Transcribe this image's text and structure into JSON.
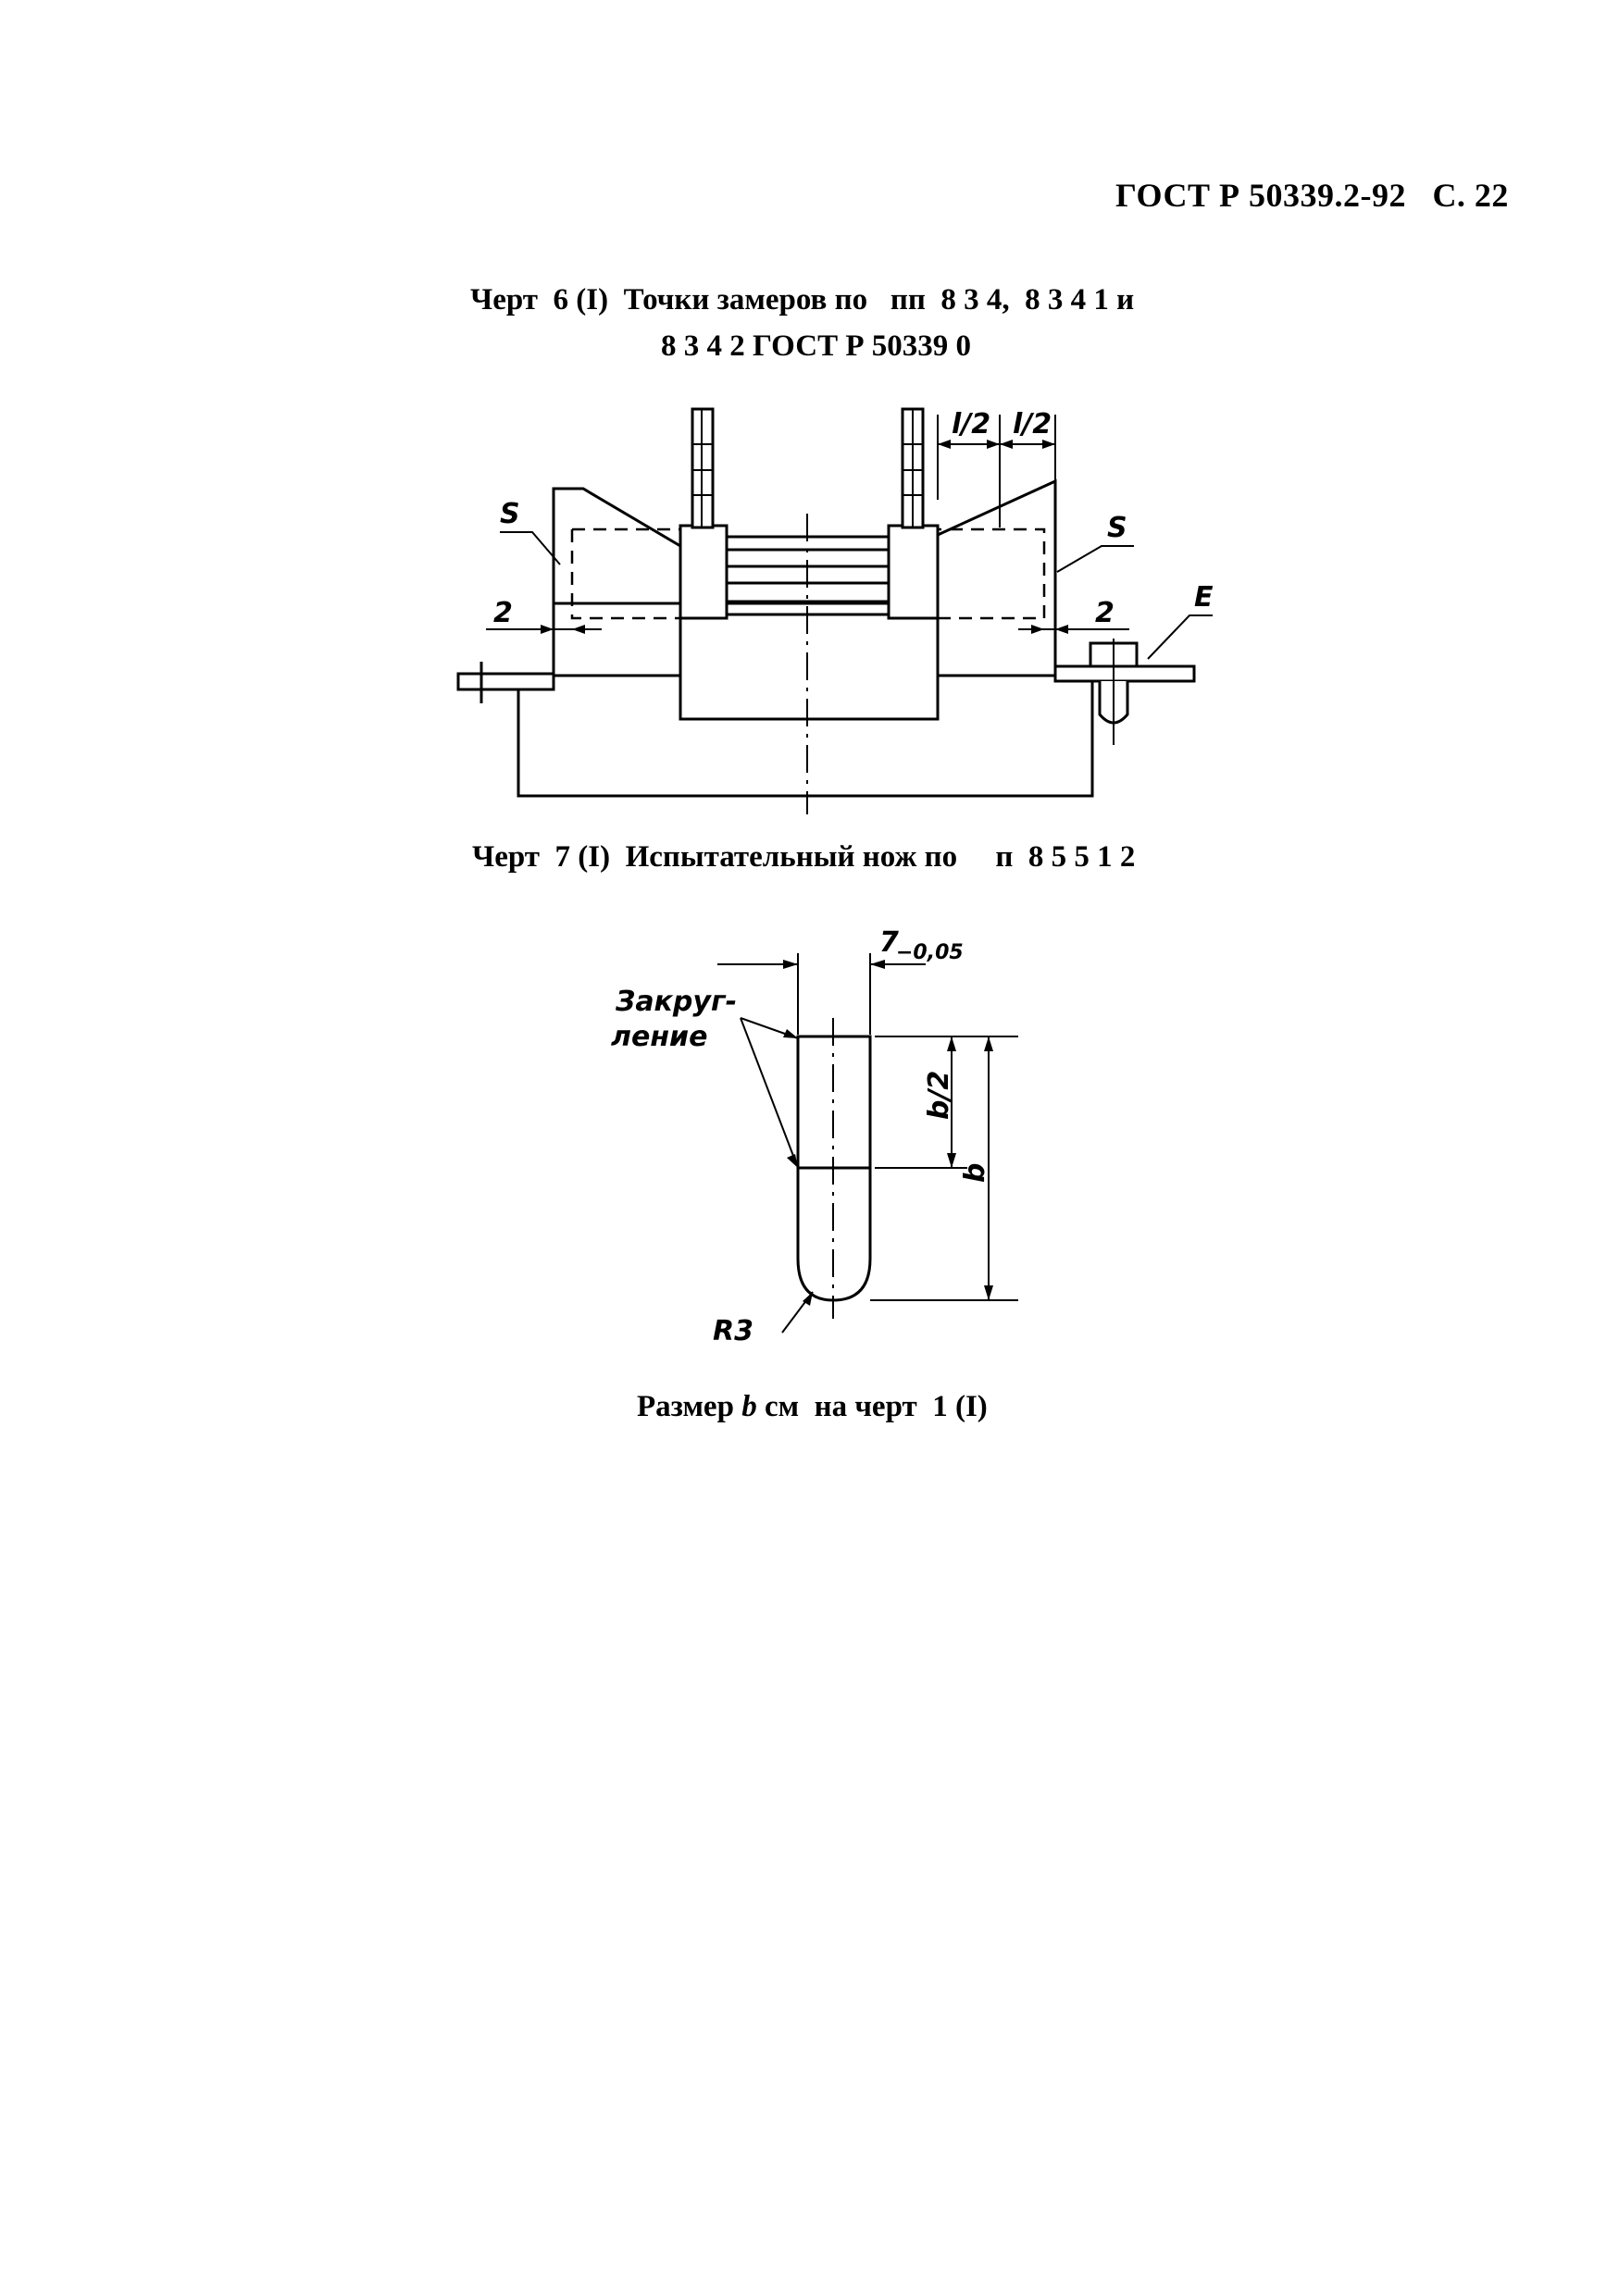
{
  "header": "ГОСТ Р 50339.2-92   С. 22",
  "figure6": {
    "caption_line1": "Черт  6 (I)  Точки замеров по   пп  8 3 4,  8 3 4 1 и",
    "caption_line2": "8 3 4 2 ГОСТ Р 50339 0",
    "labels": {
      "s_left": "S",
      "s_right": "S",
      "e": "E",
      "two_left": "2",
      "two_right": "2",
      "half_a": "l/2",
      "half_b": "l/2"
    }
  },
  "figure7": {
    "caption": "Черт  7 (I)  Испытательный нож по     п  8 5 5 1 2",
    "labels": {
      "width_dim": "7",
      "tolerance": "−0,05",
      "rounding_1": "Закруг-",
      "rounding_2": "ление",
      "half_b": "b/2",
      "b": "b",
      "radius": "R3"
    }
  },
  "note": {
    "prefix": "Размер ",
    "var": "b",
    "suffix": " см  на черт  1 (I)"
  }
}
